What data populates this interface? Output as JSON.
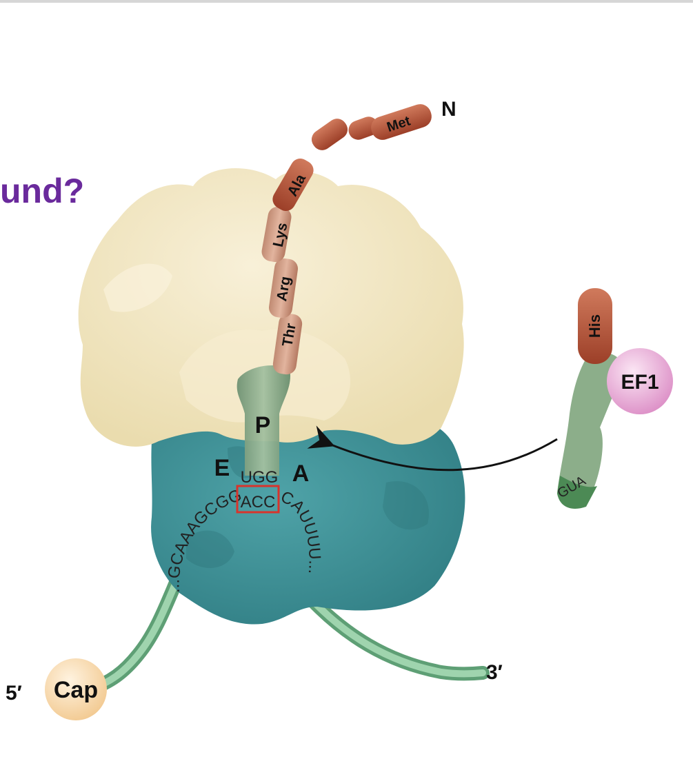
{
  "slide": {
    "title_fragment": "und?"
  },
  "diagram": {
    "peptide_residues": [
      "Met",
      "Ala",
      "Lys",
      "Arg",
      "Thr"
    ],
    "n_terminus": "N",
    "sites": {
      "p": "P",
      "e": "E",
      "a": "A"
    },
    "anticodon_p": "UGG",
    "mrna_left": "...GCAAAGCGG",
    "codon_highlight": "ACC",
    "mrna_right": "CAUUUU...",
    "incoming_residue": "His",
    "factor": "EF1",
    "incoming_anticodon": "GUA",
    "five_prime": "5′",
    "cap": "Cap",
    "three_prime": "3′"
  },
  "colors": {
    "title": "#6a2a9c",
    "large_subunit": "#f3e8c6",
    "small_subunit": "#3f8f95",
    "mrna": "#7cbf93",
    "peptide": "#b8553a",
    "trna": "#9aae97",
    "factor": "#e9a9d6",
    "cap": "#f6d6a8",
    "highlight_box": "#d8342c"
  }
}
